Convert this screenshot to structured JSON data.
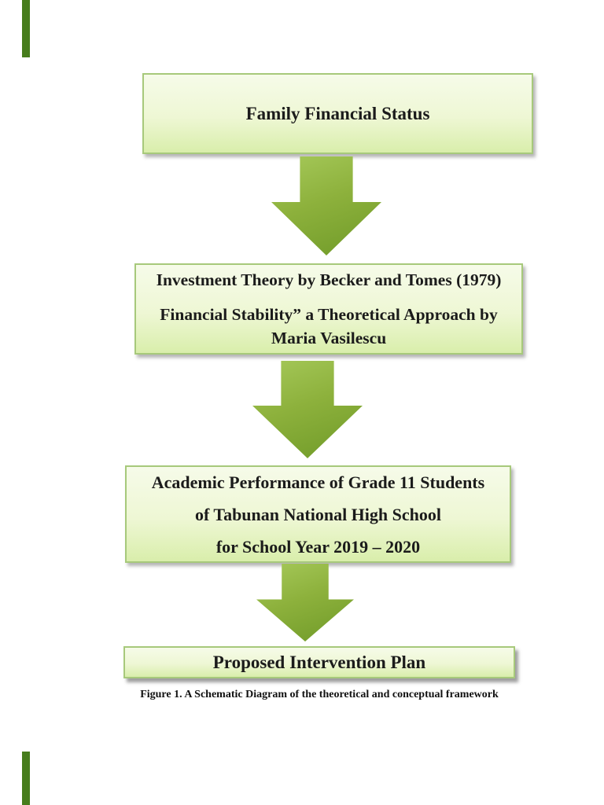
{
  "figure": {
    "caption": "Figure 1. A Schematic Diagram of the theoretical and conceptual framework"
  },
  "flowchart": {
    "box1": {
      "line1": "Family Financial Status"
    },
    "box2": {
      "line1": "Investment Theory by Becker and Tomes (1979)",
      "line2": "Financial Stability” a Theoretical Approach by",
      "line3": "Maria Vasilescu"
    },
    "box3": {
      "line1": "Academic Performance of Grade 11 Students",
      "line2": "of Tabunan National High School",
      "line3": "for School Year 2019 – 2020"
    },
    "box4": {
      "line1": "Proposed Intervention Plan"
    },
    "arrow_icon": "down-arrow",
    "colors": {
      "box_fill_top": "#f6fbe9",
      "box_fill_bottom": "#d9eeab",
      "box_border": "#a7c97b",
      "arrow_light": "#a6c95a",
      "arrow_dark": "#6f9a28",
      "edge_marker": "#477d1c",
      "text": "#1b1b1b"
    }
  }
}
